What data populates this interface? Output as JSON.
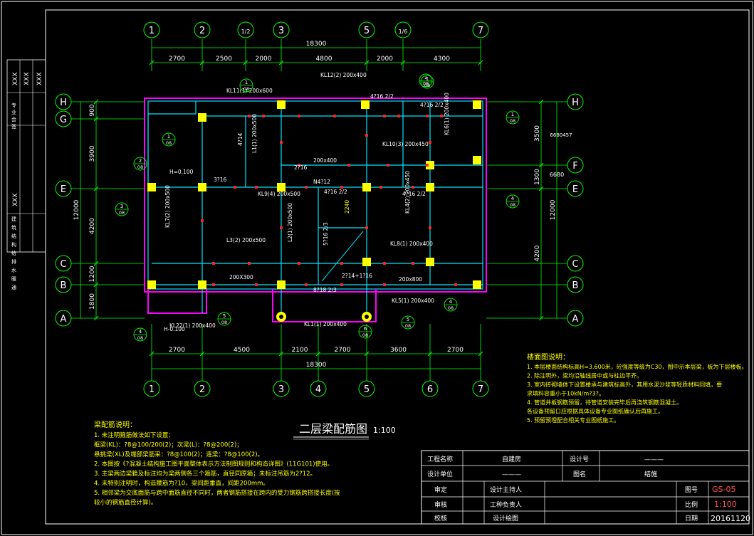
{
  "colors": {
    "background": "#000000",
    "grid": "#00ff00",
    "bubble": "#00ff00",
    "beam": "#ff00ff",
    "wall": "#00e5ff",
    "column": "#ffff00",
    "dim": "#00ff00",
    "text": "#ffffff",
    "note_title": "#ffff00",
    "note_body": "#ffff00",
    "rebar_red": "#ff2020",
    "grade": "#ff5050"
  },
  "drawing": {
    "title": "二层梁配筋图",
    "scale": "1:100"
  },
  "axes": {
    "top_labels": [
      "1",
      "2",
      "1/2",
      "3",
      "5",
      "1/6",
      "7"
    ],
    "bottom_labels": [
      "1",
      "2",
      "3",
      "4",
      "5",
      "6",
      "7"
    ],
    "left_labels": [
      "H",
      "G",
      "E",
      "C",
      "B",
      "A"
    ],
    "right_labels": [
      "H",
      "F",
      "E",
      "C",
      "B",
      "A"
    ]
  },
  "dims": {
    "top_total": "18300",
    "top_segments": [
      "2700",
      "2500",
      "2000",
      "4800",
      "2000",
      "4300"
    ],
    "bottom_total": "18300",
    "bottom_segments": [
      "2700",
      "4500",
      "2100",
      "2700",
      "3600",
      "2700"
    ],
    "left_total": "12000",
    "left_segments": [
      "900",
      "3900",
      "4200",
      "1200",
      "1800"
    ],
    "right_total": "12000",
    "right_segments": [
      "3500",
      "1300",
      "4200"
    ],
    "right_extra_1": "6680",
    "right_extra_2": "6680457"
  },
  "beam_labels": [
    "KL12(2) 200x400",
    "KL11(1) 200x600",
    "KL10(3) 200x450",
    "KL9(4) 200x500",
    "KL8(1) 200x400",
    "KL7(2) 200x500",
    "KL6(1) 200x400",
    "KL5(1) 200x400",
    "KL4(2) 200x450",
    "KL1(1) 200x400",
    "KL22(1) 200x400",
    "L3(2) 200x500",
    "L2(1) 200x500",
    "L1(1) 200x500",
    "200x400",
    "200x800",
    "200X300",
    "4?16 2/2",
    "4?16 2/2",
    "4?16 2/2",
    "3?16",
    "2?16",
    "4?14",
    "N4?12",
    "2240",
    "H=0.100",
    "H-0.100",
    "5?16 2/3",
    "4?16 2/2",
    "8?18 2/3",
    "2?14+1?16"
  ],
  "left_titles": [
    "XXX",
    "XXX",
    "XXX"
  ],
  "left_stamp": "XXX",
  "left_vertical_labels": [
    "专",
    "业",
    "会",
    "签",
    "建",
    "筑",
    "结",
    "构",
    "给",
    "排",
    "水",
    "暖",
    "通"
  ],
  "beam_notes": {
    "title": "梁配筋说明：",
    "lines": [
      "1. 未注明箍筋做法如下设置：",
      "   框梁(KL)：?8@100/200(2)；次梁(L)：?8@200(2)；",
      "   悬挑梁(XL)及端部梁筋采：?8@100(2)；连梁：?8@100(2)。",
      "2. 本图按《?混凝土结构施工图平面整体表示方法制图规则和构造详图》(11G101)使用。",
      "3. 主梁两边梁籍及标注均为梁两侧各三个箍筋，直径同原箍；未标注吊筋为2?12。",
      "4. 未特别注明时，构造腰筋为?10，梁间距垂直，间距200mm。",
      "5. 相邻梁为交底面筋与跨中面筋直径不同时，两者钢筋搭接在跨内的受力钢筋跨搭接长度(按",
      "   较小的钢筋直径计算)。"
    ]
  },
  "plan_notes": {
    "title": "楼面图说明：",
    "lines": [
      "1. 本层楼面结构标高H=3.600米，砼强度等级为C30，图中示本层梁，板为下层楼板。",
      "2. 除注明外，梁均沿轴线居中或与柱边平齐。",
      "3. 室内砖砌墙体下设置楼承与建筑标高外，其用水泥沙浆等轻质材料回填，要",
      "   求填料容重小于10kN/m?3?。",
      "4. 管道井板钢筋预留，待管道安装完毕后再浇筑钢筋混凝土。",
      "   各设备预留口应根据具体设备专业图纸确认后再施工。",
      "5. 预留预埋配合相关专业图纸施工。"
    ]
  },
  "title_block": {
    "project_name_label": "工程名称",
    "project_name": "自建房",
    "design_no_label": "设计号",
    "design_no": "———",
    "design_unit_label": "设计单位",
    "design_unit": "———",
    "drawing_label": "图名",
    "drawing_name": "结施",
    "check_label": "审定",
    "designer_label": "设计主持人",
    "drawing_no_label": "图号",
    "drawing_no": "GS-05",
    "review_label": "审核",
    "engineer_label": "工种负责人",
    "scale_label": "比例",
    "scale": "1:100",
    "proofread_label": "校核",
    "draw_label": "设计绘图",
    "date_label": "日期",
    "date": "20161120"
  },
  "detail_bubbles": [
    {
      "num": "1",
      "sheet": "08"
    },
    {
      "num": "1",
      "sheet": "08"
    },
    {
      "num": "1",
      "sheet": "08"
    },
    {
      "num": "1",
      "sheet": "08"
    },
    {
      "num": "2",
      "sheet": "08"
    },
    {
      "num": "3",
      "sheet": "08"
    },
    {
      "num": "4",
      "sheet": "08"
    },
    {
      "num": "4",
      "sheet": "08"
    },
    {
      "num": "4",
      "sheet": "08"
    },
    {
      "num": "5",
      "sheet": "08"
    },
    {
      "num": "5",
      "sheet": "08"
    },
    {
      "num": "6",
      "sheet": "08"
    },
    {
      "num": "1",
      "sheet": "08"
    }
  ]
}
